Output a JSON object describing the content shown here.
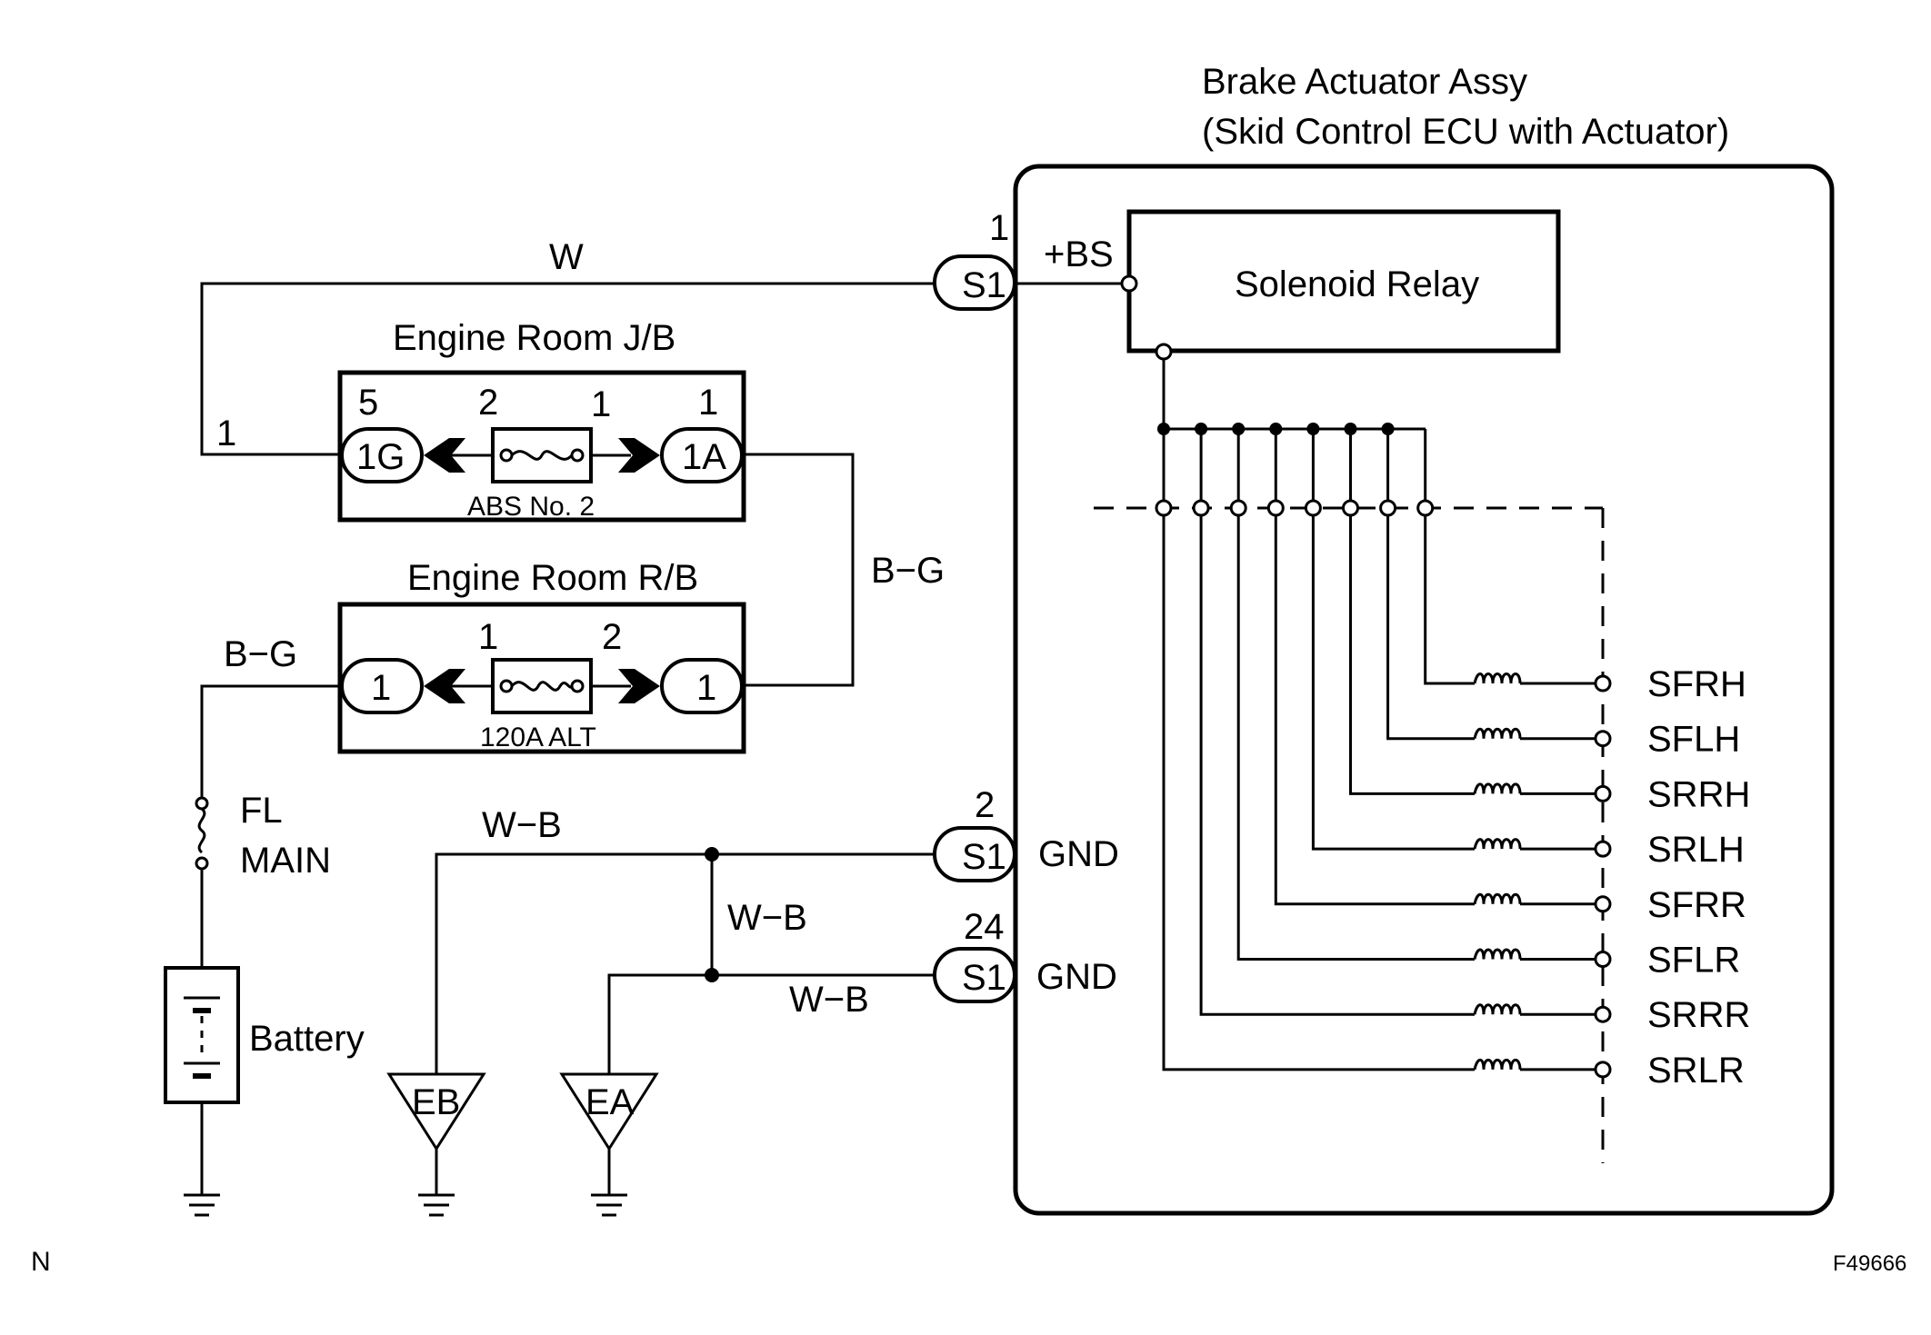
{
  "ecu": {
    "title_line1": "Brake Actuator Assy",
    "title_line2": "(Skid Control ECU with Actuator)",
    "relay_label": "Solenoid Relay",
    "bs_terminal": "+BS",
    "gnd1": "GND",
    "gnd2": "GND"
  },
  "connectors": {
    "s1_top": "S1",
    "s1_top_pin": "1",
    "s1_mid": "S1",
    "s1_mid_pin": "2",
    "s1_bot": "S1",
    "s1_bot_pin": "24"
  },
  "wires": {
    "w": "W",
    "bg_right": "B−G",
    "bg_left": "B−G",
    "wb_top": "W−B",
    "wb_vert": "W−B",
    "wb_bot": "W−B"
  },
  "jb": {
    "title": "Engine Room J/B",
    "left_conn": "1G",
    "right_conn": "1A",
    "pin_left": "5",
    "pin_fuse_l": "2",
    "pin_fuse_r": "1",
    "pin_right": "1",
    "fuse": "ABS No. 2",
    "wire_pin": "1"
  },
  "rb": {
    "title": "Engine Room R/B",
    "left_conn": "1",
    "right_conn": "1",
    "pin_fuse_l": "1",
    "pin_fuse_r": "2",
    "fuse": "120A ALT"
  },
  "fusible": {
    "line1": "FL",
    "line2": "MAIN"
  },
  "battery": "Battery",
  "grounds": {
    "eb": "EB",
    "ea": "EA"
  },
  "solenoids": [
    "SFRH",
    "SFLH",
    "SRRH",
    "SRLH",
    "SFRR",
    "SFLR",
    "SRRR",
    "SRLR"
  ],
  "footer": {
    "left": "N",
    "right": "F49666"
  }
}
